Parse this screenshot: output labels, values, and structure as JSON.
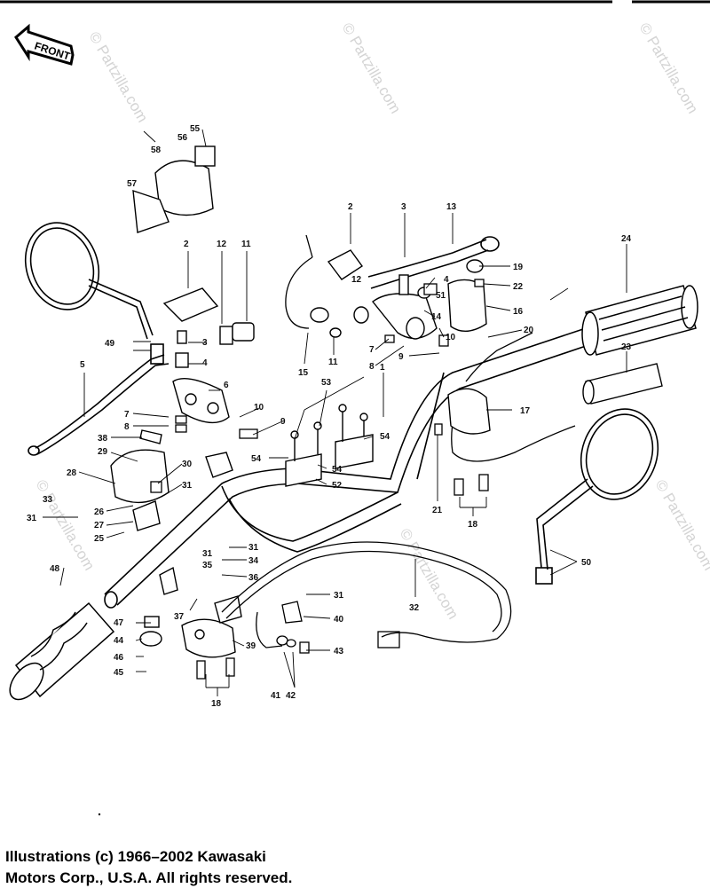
{
  "diagram": {
    "front_label": "FRONT",
    "watermark": "© Partzilla.com",
    "copyright_line_1": "Illustrations (c) 1966–2002 Kawasaki",
    "copyright_line_2": "Motors Corp., U.S.A.  All rights reserved.",
    "callouts": [
      "1",
      "2",
      "3",
      "4",
      "5",
      "6",
      "7",
      "8",
      "9",
      "10",
      "11",
      "12",
      "13",
      "14",
      "15",
      "16",
      "17",
      "18",
      "19",
      "20",
      "21",
      "22",
      "23",
      "24",
      "25",
      "26",
      "27",
      "28",
      "29",
      "30",
      "31",
      "32",
      "33",
      "34",
      "35",
      "36",
      "37",
      "38",
      "39",
      "40",
      "41",
      "42",
      "43",
      "44",
      "45",
      "46",
      "47",
      "48",
      "49",
      "50",
      "51",
      "52",
      "53",
      "54",
      "55",
      "56",
      "57",
      "58"
    ]
  }
}
